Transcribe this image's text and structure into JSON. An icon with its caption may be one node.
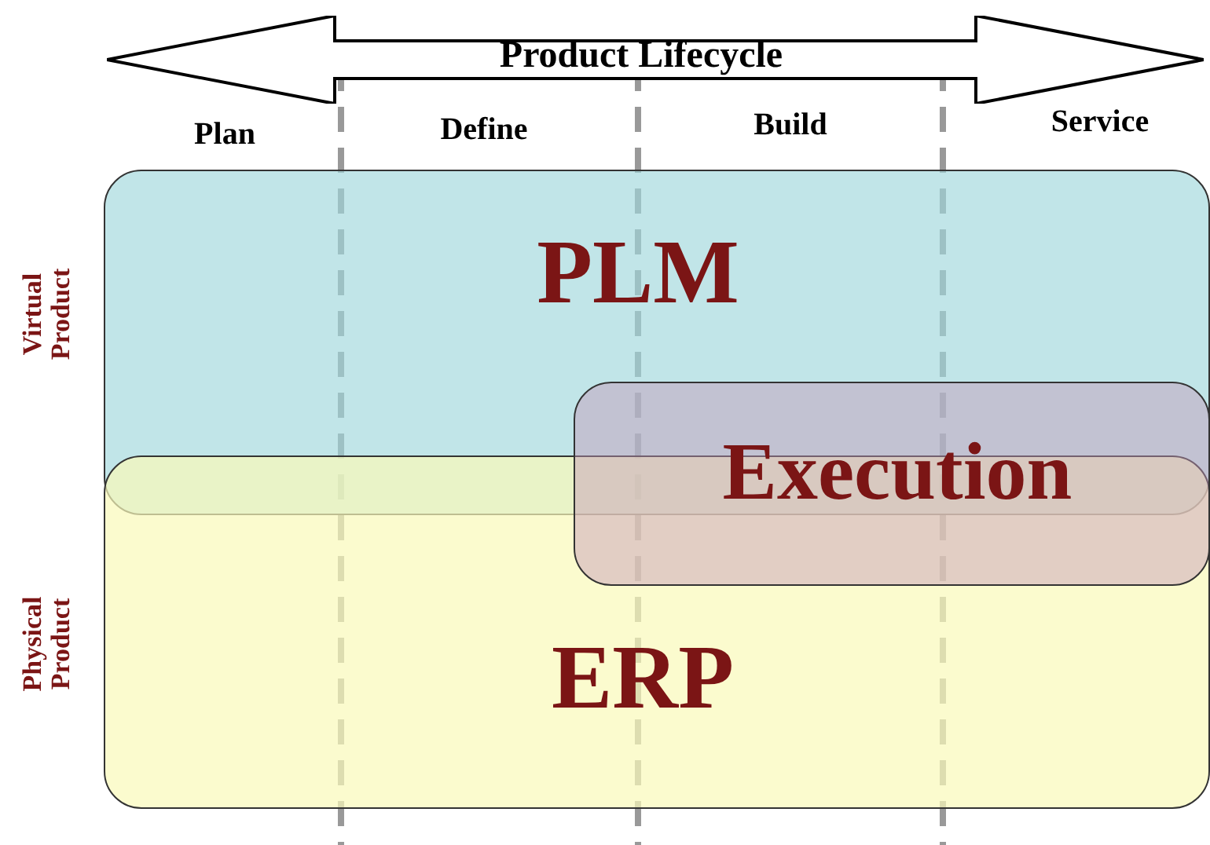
{
  "diagram": {
    "nodes": [
      {
        "text": [
          "Product Lifecycle"
        ]
      },
      {
        "text": [
          "PLM"
        ]
      },
      {
        "text": [
          "ERP"
        ]
      },
      {
        "text": [
          "Execution"
        ]
      }
    ],
    "labels": [
      "Plan",
      "Define",
      "Build",
      "Service",
      "Virtual Product",
      "Physical Product"
    ]
  }
}
